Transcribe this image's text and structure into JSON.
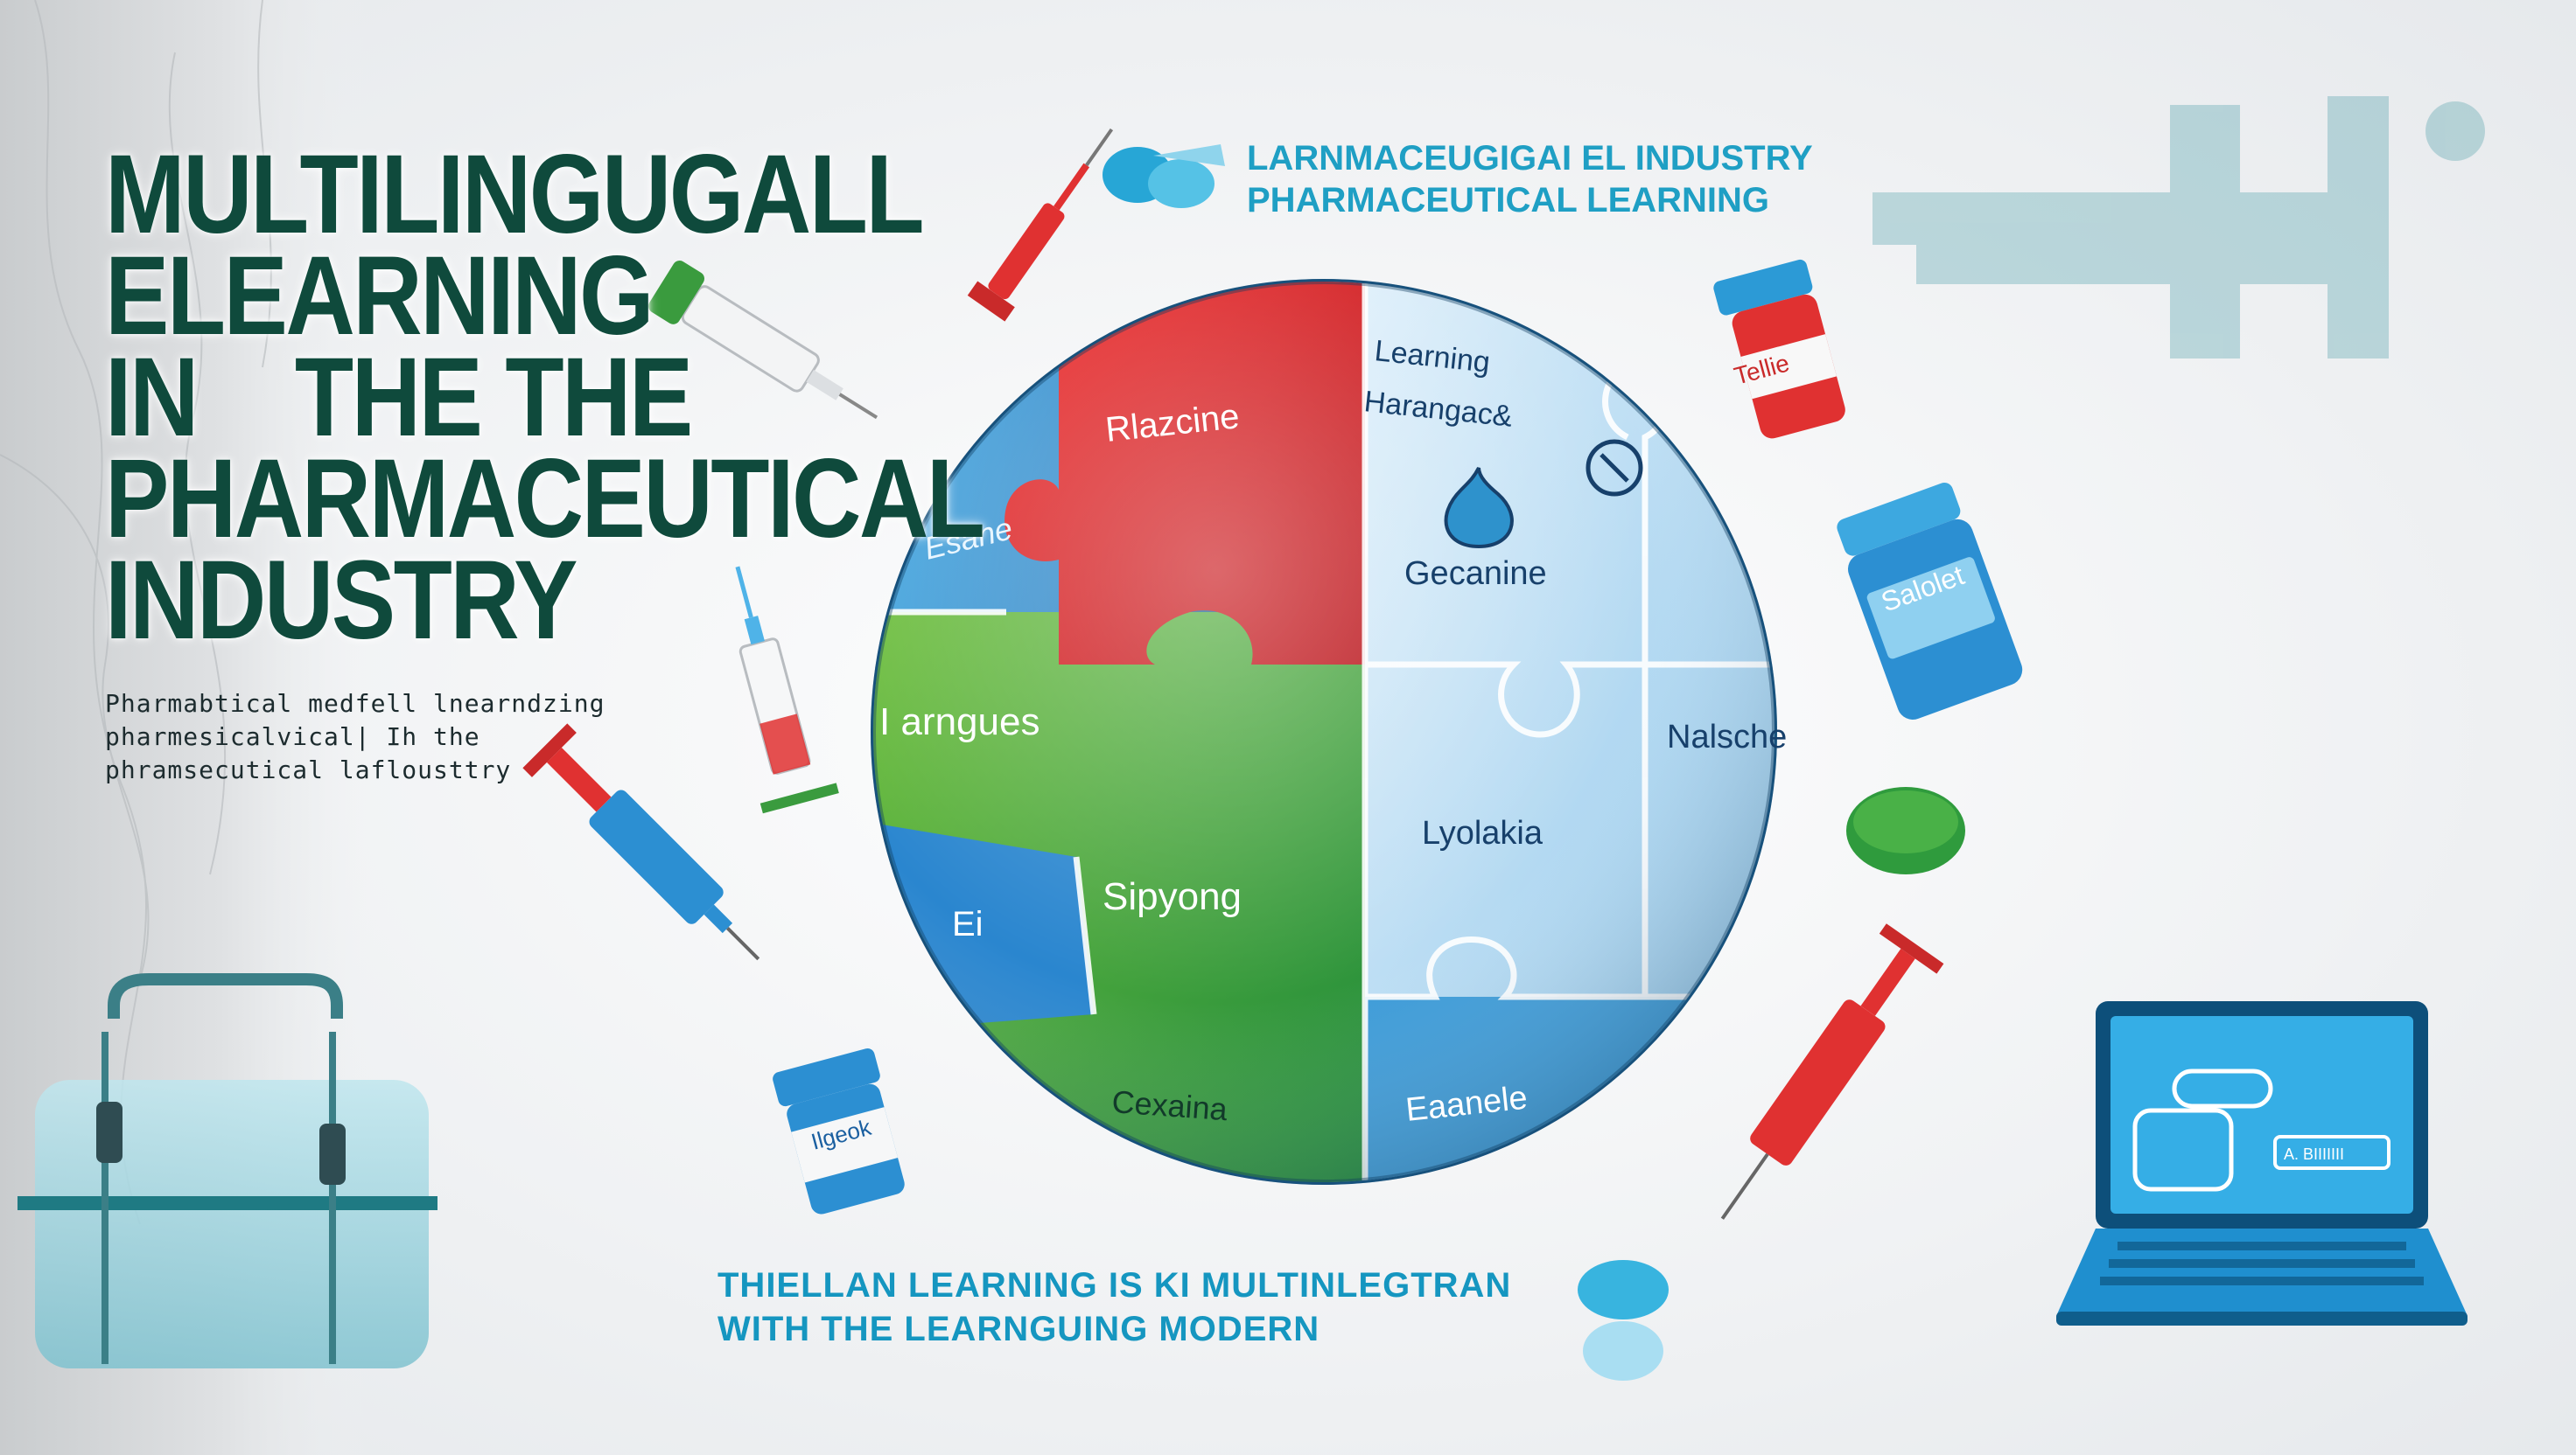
{
  "headline": {
    "line1": "MULTILINGUGALL",
    "line2": "ELEARNING",
    "line3": "IN    THE THE",
    "line4": "PHARMACEUTICAL",
    "line5": "INDUSTRY"
  },
  "subtext": {
    "line1": "Pharmabtical medfell lnearndzing",
    "line2": "pharmesicalvical| Ih the",
    "line3": "phramsecutical laflousttry"
  },
  "top_caption": {
    "line1": "LARNMACEUGIGAI EL INDUSTRY",
    "line2": "PHARMACEUTICAL LEARNING"
  },
  "bottom_caption": {
    "line1": "THIELLAN LEARNING IS KI MULTINLEGTRAN",
    "line2": "WITH THE LEARNGUING MODERN"
  },
  "puzzle_labels": {
    "red": "Rlazcine",
    "top_right": "Learning",
    "top_right2": "Harangac&",
    "blue_center": "Gecanine",
    "left_blue": "Esane",
    "green_left": "I arngues",
    "green_center": "Sipyong",
    "right": "Nalsche",
    "mid_right": "Lyolakia",
    "small_left": "Ei",
    "bottom_green": "Cexaina",
    "bottom_blue": "Eaanele"
  },
  "vial_labels": {
    "red_vial": "Tellie",
    "blue_vial": "Salolet",
    "small_vial": "Ilgeok"
  },
  "laptop_label": "A. BIIIIIII",
  "colors": {
    "headline": "#0f4a3c",
    "caption": "#1f9fc4",
    "puzzle_red": "#e3141d",
    "puzzle_green": "#2f9b3d",
    "puzzle_blue": "#2c8fd2",
    "puzzle_light": "#c6e2f5",
    "teal": "#1a7f8c"
  }
}
